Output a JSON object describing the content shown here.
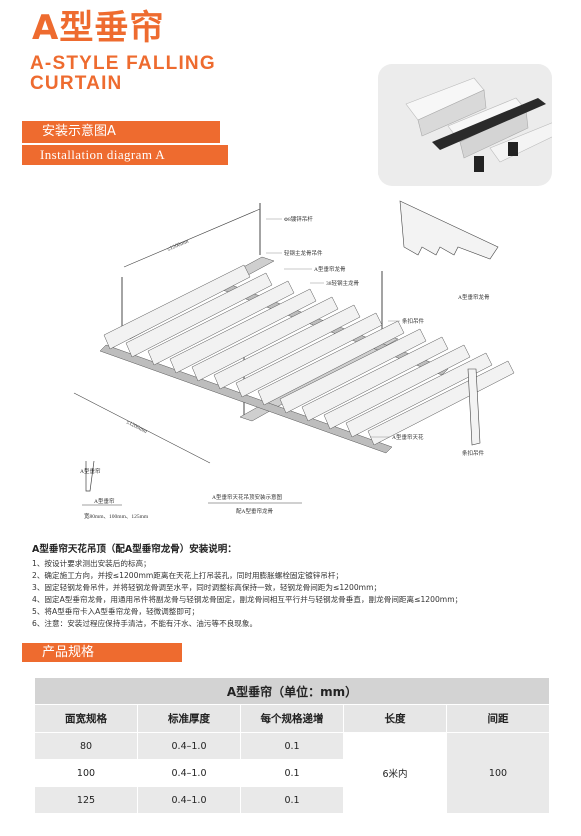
{
  "header": {
    "title_cn": "A型垂帘",
    "title_en_line1": "A-STYLE FALLING",
    "title_en_line2": "CURTAIN"
  },
  "install_section": {
    "label_cn": "安装示意图A",
    "label_en": "Installation diagram A"
  },
  "diagram": {
    "dim_top": "≤1200mm",
    "dim_bottom": "≤1200mm",
    "callouts": {
      "rod": "Φ8镀锌吊杆",
      "main_hanger": "轻钢主龙骨吊件",
      "a_keel": "A型垂帘龙骨",
      "main_keel": "38轻钢主龙骨",
      "clip_hanger": "条扣吊件",
      "a_curtain": "A型垂帘天花",
      "keel_side": "A型垂帘龙骨",
      "clip_side": "条扣吊件"
    },
    "small_profile": {
      "label": "A型垂帘",
      "sizes": "宽80mm、100mm、125mm",
      "side_text": "A型垂帘"
    },
    "caption_line1": "A型垂帘天花吊顶安装示意图",
    "caption_line2": "配A型垂帘龙骨"
  },
  "notes": {
    "title": "A型垂帘天花吊顶（配A型垂帘龙骨）安装说明：",
    "items": [
      "1、按设计要求测出安装后的标高；",
      "2、确定施工方向，并按≤1200mm距离在天花上打吊装孔，同时用膨胀螺栓固定镀锌吊杆；",
      "3、固定轻钢龙骨吊件，并将轻钢龙骨调至水平，同时调整标高保持一致，轻钢龙骨间距为≤1200mm；",
      "4、固定A型垂帘龙骨，用通用吊件将副龙骨与轻钢龙骨固定，副龙骨间相互平行并与轻钢龙骨垂直，副龙骨间距离≤1200mm；",
      "5、将A型垂帘卡入A型垂帘龙骨，轻微调整即可；",
      "6、注意：安装过程应保持手清洁，不能有汗水、油污等不良现象。"
    ]
  },
  "spec_section": {
    "label": "产品规格"
  },
  "spec_table": {
    "title": "A型垂帘（单位：mm）",
    "headers": [
      "面宽规格",
      "标准厚度",
      "每个规格递增",
      "长度",
      "间距"
    ],
    "rows": [
      [
        "80",
        "0.4–1.0",
        "0.1"
      ],
      [
        "100",
        "0.4–1.0",
        "0.1"
      ],
      [
        "125",
        "0.4–1.0",
        "0.1"
      ]
    ],
    "length": "6米内",
    "spacing": "100"
  },
  "colors": {
    "accent": "#ee6b2f",
    "table_header": "#d3d3d3",
    "table_cell": "#e9e9e9"
  }
}
